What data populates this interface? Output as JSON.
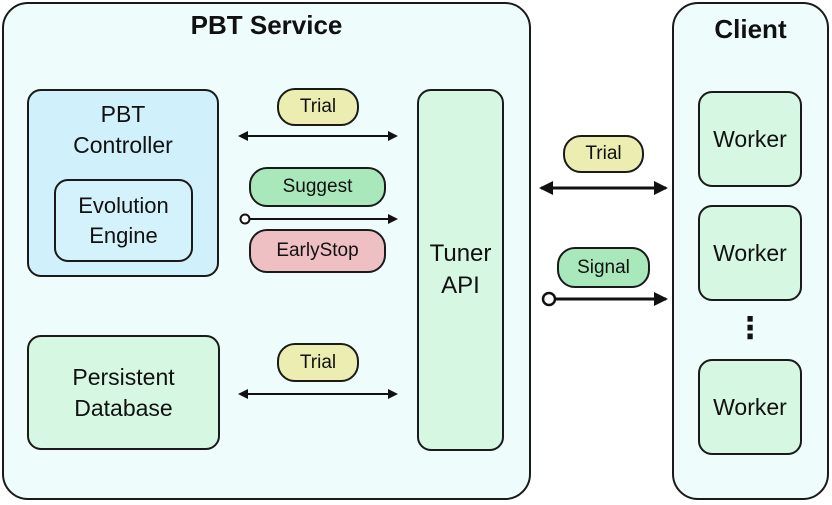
{
  "service": {
    "title": "PBT Service",
    "controller": {
      "line1": "PBT",
      "line2": "Controller"
    },
    "engine": {
      "line1": "Evolution",
      "line2": "Engine"
    },
    "database": {
      "line1": "Persistent",
      "line2": "Database"
    },
    "tuner": {
      "line1": "Tuner",
      "line2": "API"
    }
  },
  "client": {
    "title": "Client",
    "workers": [
      "Worker",
      "Worker",
      "Worker"
    ],
    "ellipsis": "⋮"
  },
  "messages": {
    "controller_trial": "Trial",
    "suggest": "Suggest",
    "early_stop": "EarlyStop",
    "database_trial": "Trial",
    "client_trial": "Trial",
    "signal": "Signal"
  },
  "colors": {
    "panel": "#eefdfb",
    "box_green": "#d6f7e1",
    "box_blue": "#d0f0fb",
    "pill_yellow": "#ebeeb0",
    "pill_green": "#a9e8bb",
    "pill_red": "#eec0c4"
  }
}
